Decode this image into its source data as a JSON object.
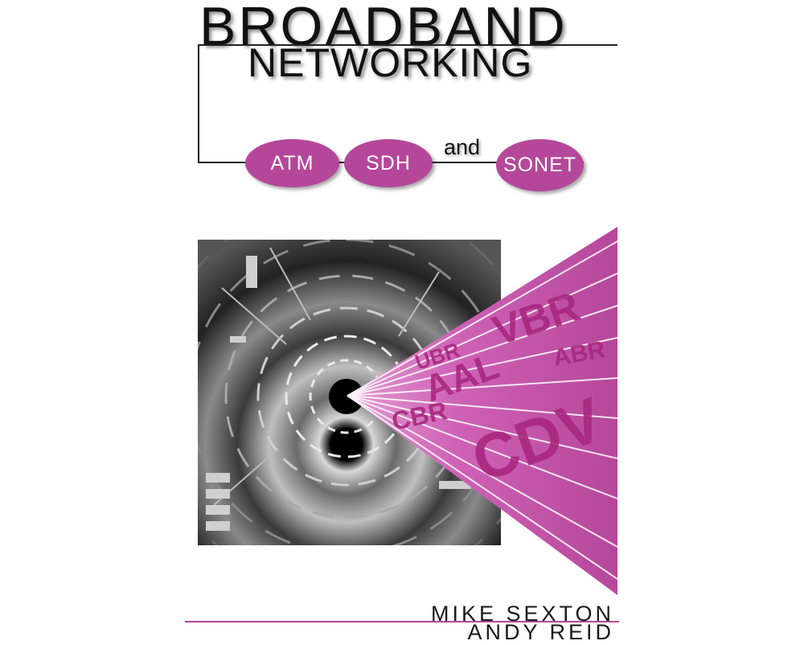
{
  "title": {
    "line1": "BROADBAND",
    "line2": "NETWORKING"
  },
  "topics": {
    "atm": "ATM",
    "sdh": "SDH",
    "conjunction": "and",
    "sonet": "SONET"
  },
  "beam_text": [
    "VBR",
    "AAL",
    "CBR",
    "CDV",
    "UBR",
    "ABR"
  ],
  "authors": [
    "MIKE SEXTON",
    "ANDY REID"
  ],
  "colors": {
    "accent": "#b5479a",
    "text": "#111111",
    "background": "#ffffff",
    "photo": "#0a0a0a"
  }
}
